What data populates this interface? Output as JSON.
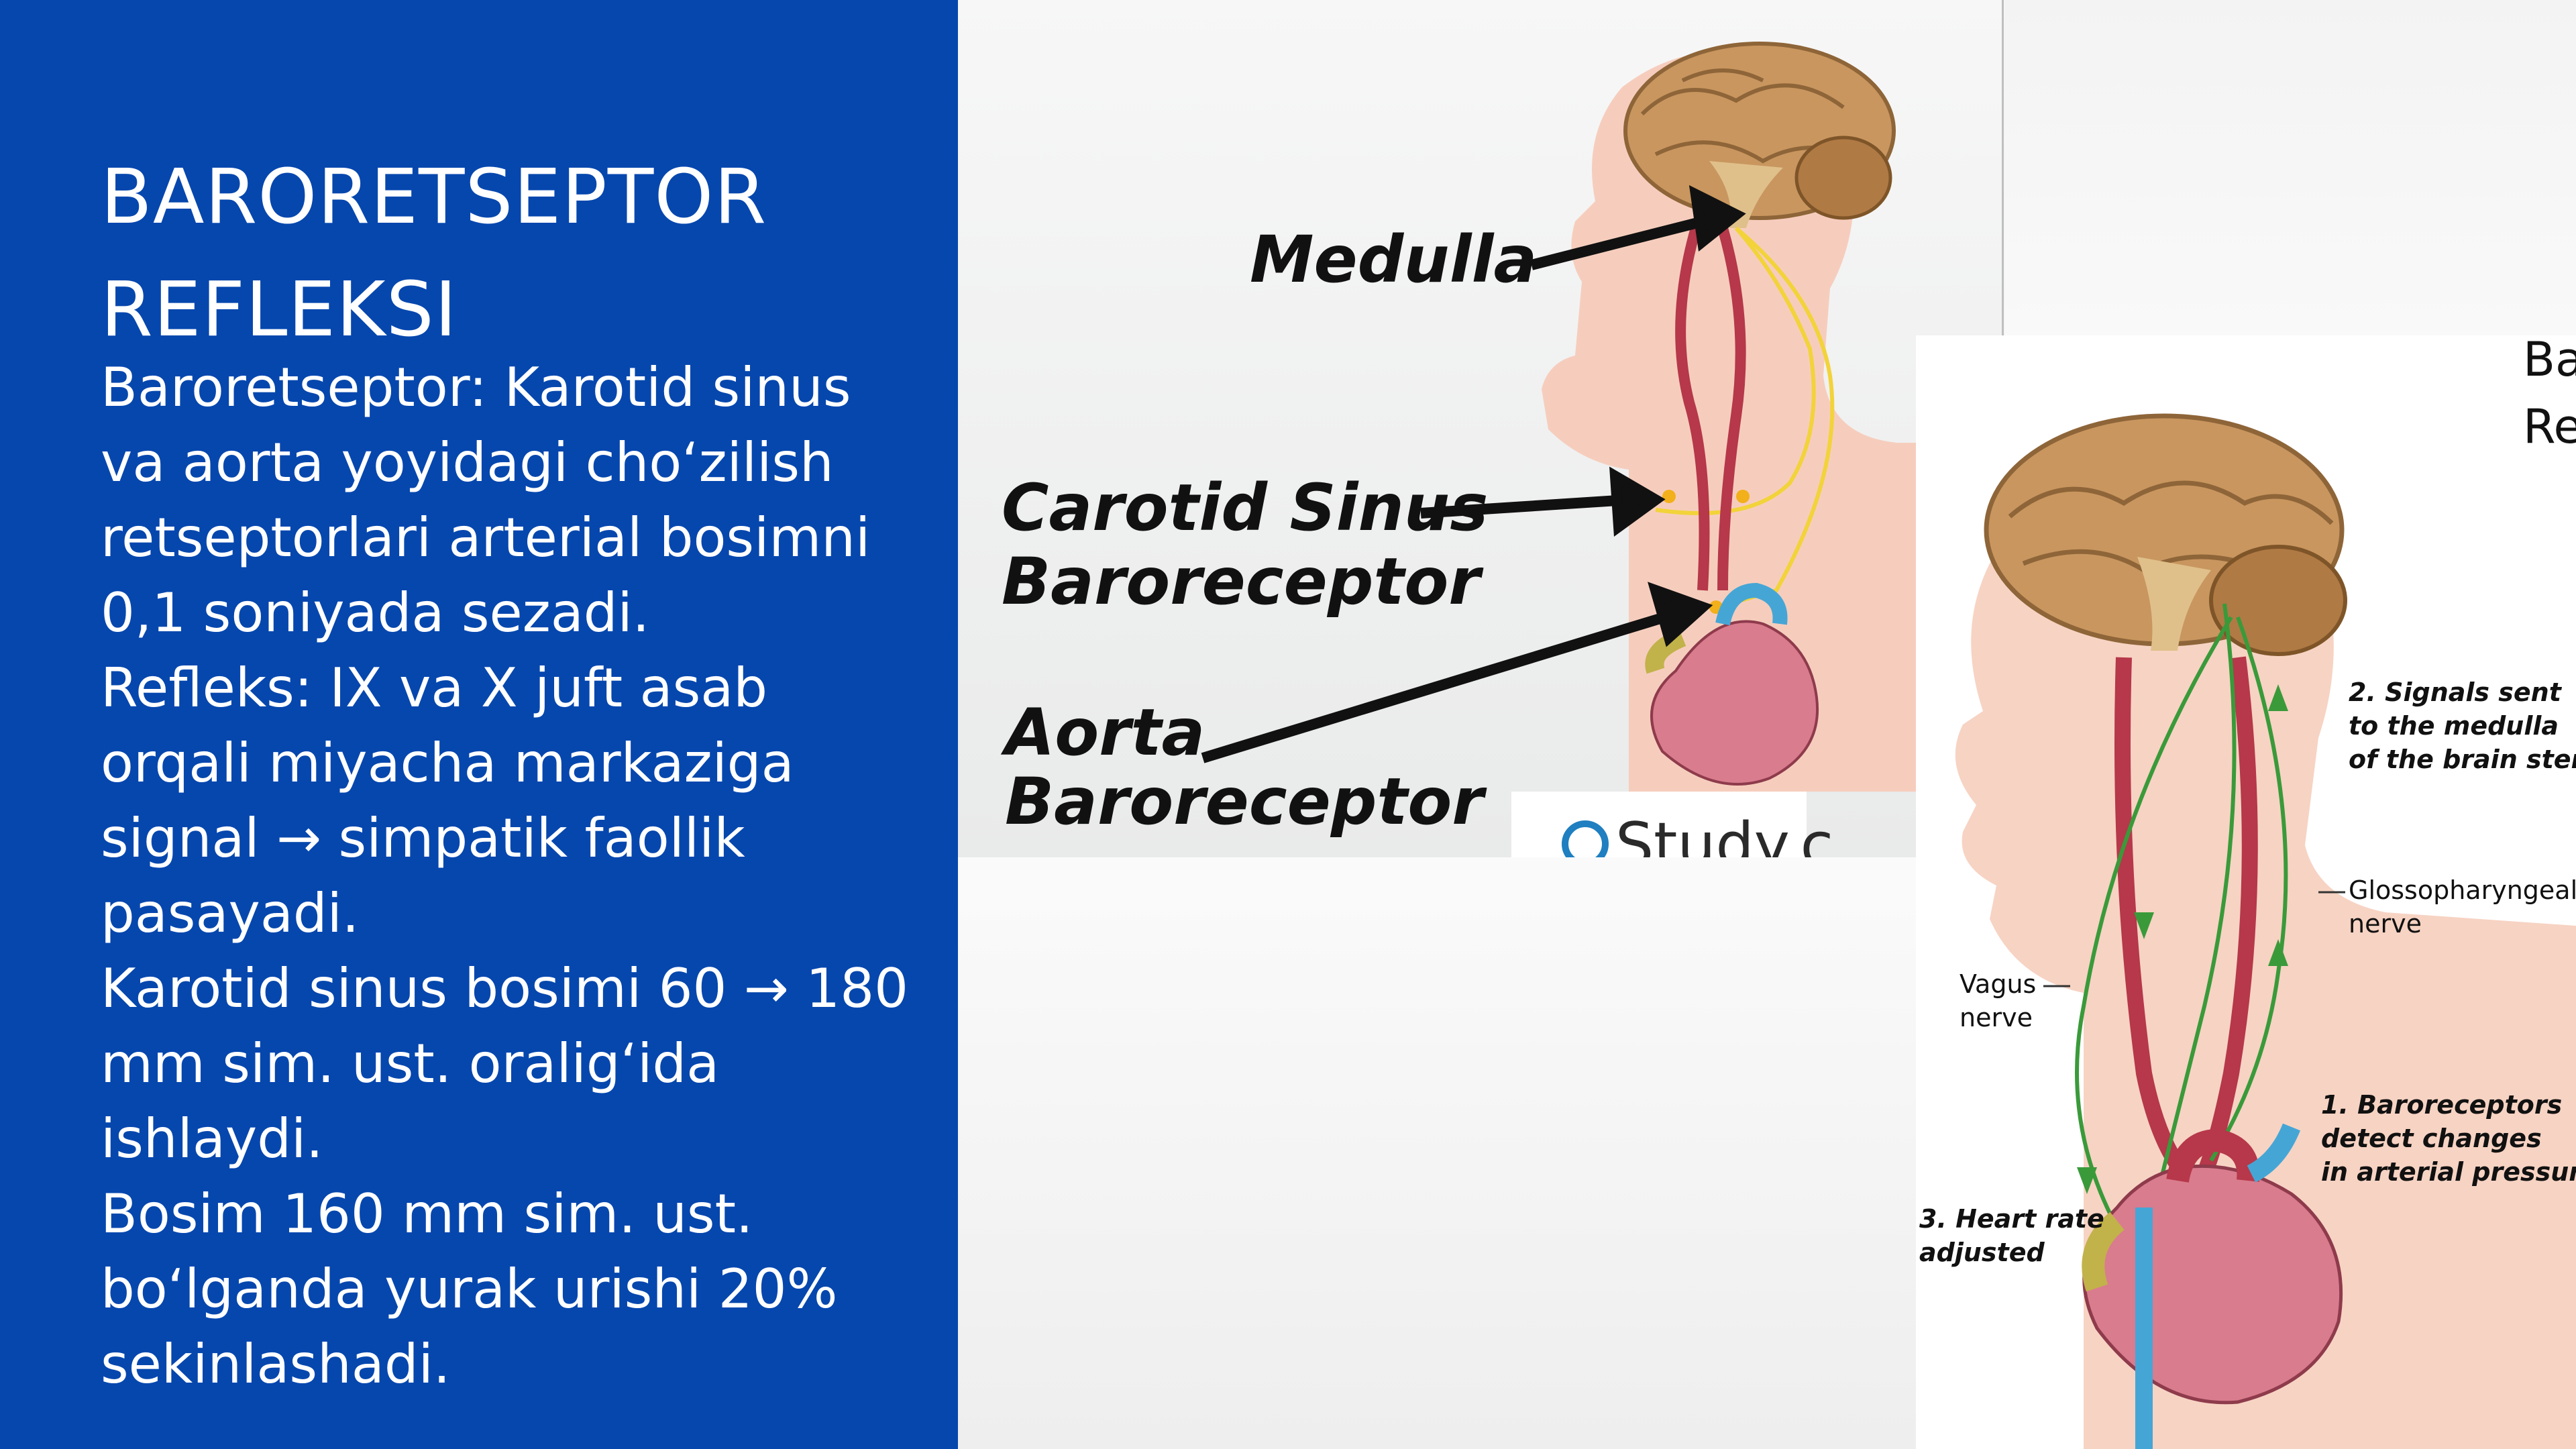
{
  "slide": {
    "title_line1": "BARORETSEPTOR",
    "title_line2": "REFLEKSI",
    "paragraphs": [
      "Baroretseptor: Karotid sinus va aorta yoyidagi cho‘zilish retseptorlari arterial bosimni 0,1 soniyada sezadi.",
      "Refleks: IX va X juft asab orqali miyacha markaziga signal → simpatik faollik pasayadi.",
      "Karotid sinus bosimi 60 → 180 mm sim. ust. oralig‘ida ishlaydi.",
      "Bosim 160 mm sim. ust. bo‘lganda yurak urishi 20% sekinlashadi."
    ],
    "colors": {
      "panel": "#0647ae",
      "text": "#ffffff"
    }
  },
  "image1": {
    "label_medulla": "Medulla",
    "label_carotid_1": "Carotid Sinus",
    "label_carotid_2": "Baroreceptor",
    "label_aorta_1": "Aorta",
    "label_aorta_2": "Baroreceptor",
    "watermark": "Study.c"
  },
  "image2": {
    "corner_1": "Ba",
    "corner_2": "Re",
    "signals_1": "2. Signals sent",
    "signals_2": "to the medulla",
    "signals_3": "of the brain stem",
    "glosso_1": "Glossopharyngeal",
    "glosso_2": "nerve",
    "vagus_1": "Vagus",
    "vagus_2": "nerve",
    "baro_1": "1. Baroreceptors",
    "baro_2": "detect changes",
    "baro_3": "in arterial pressure",
    "heart_1": "3. Heart rate",
    "heart_2": "adjusted"
  }
}
